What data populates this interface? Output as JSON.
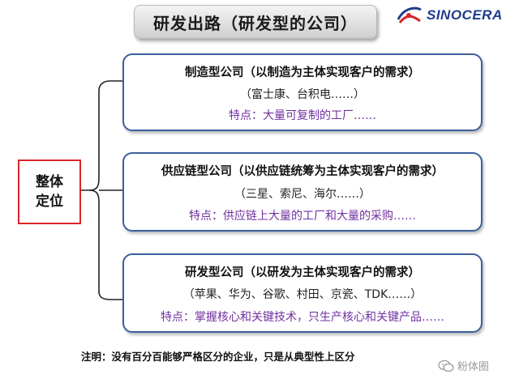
{
  "title": "研发出路（研发型的公司）",
  "logo": {
    "text": "SINOCERA",
    "brand_color": "#1f3c8c"
  },
  "left_box": {
    "line1": "整体",
    "line2": "定位",
    "border_color": "#d9252a"
  },
  "cards": [
    {
      "head": "制造型公司（以制造为主体实现客户的需求）",
      "examples": "（富士康、台积电……）",
      "feature": "特点：大量可复制的工厂……"
    },
    {
      "head": "供应链型公司（以供应链统筹为主体实现客户的需求）",
      "examples": "（三星、索尼、海尔……）",
      "feature": "特点：供应链上大量的工厂和大量的采购……"
    },
    {
      "head": "研发型公司（以研发为主体实现客户的需求）",
      "examples": "（苹果、华为、谷歌、村田、京瓷、TDK……）",
      "feature": "特点：掌握核心和关键技术，只生产核心和关键产品……"
    }
  ],
  "footnote": "注明：没有百分百能够严格区分的企业，只是从典型性上区分",
  "watermark": {
    "text": "粉体圈",
    "icon": "wechat-icon"
  },
  "colors": {
    "card_border": "#3b5e9e",
    "feature_text": "#7030a0"
  }
}
